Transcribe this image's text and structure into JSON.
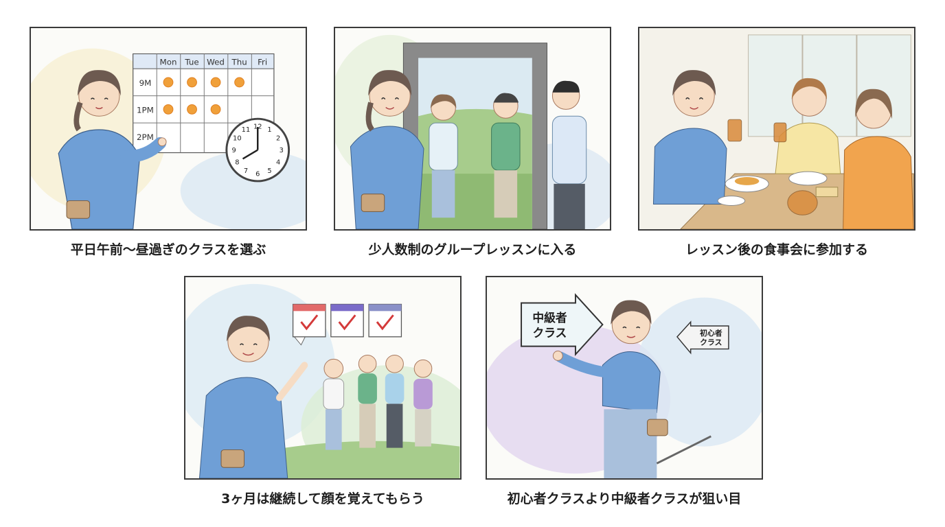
{
  "panels": [
    {
      "caption": "平日午前〜昼過ぎのクラスを選ぶ",
      "schedule": {
        "days": [
          "Mon",
          "Tue",
          "Wed",
          "Thu",
          "Fri"
        ],
        "times": [
          "9M",
          "1PM",
          "2PM"
        ]
      },
      "clock_numbers": [
        "12",
        "1",
        "2",
        "3",
        "4",
        "5",
        "6",
        "7",
        "8",
        "9",
        "10",
        "11"
      ]
    },
    {
      "caption": "少人数制のグループレッスンに入る"
    },
    {
      "caption": "レッスン後の食事会に参加する"
    },
    {
      "caption": "3ヶ月は継続して顔を覚えてもらう"
    },
    {
      "caption": "初心者クラスより中級者クラスが狙い目",
      "sign_intermediate": [
        "中級者",
        "クラス"
      ],
      "sign_beginner": [
        "初心者",
        "クラス"
      ]
    }
  ],
  "colors": {
    "shirt": "#6f9fd6",
    "jeans": "#a9c0dc",
    "sun": "#f0a03a",
    "calendar_header": [
      "#e26a6a",
      "#7a6bc9",
      "#8a90c8"
    ]
  }
}
